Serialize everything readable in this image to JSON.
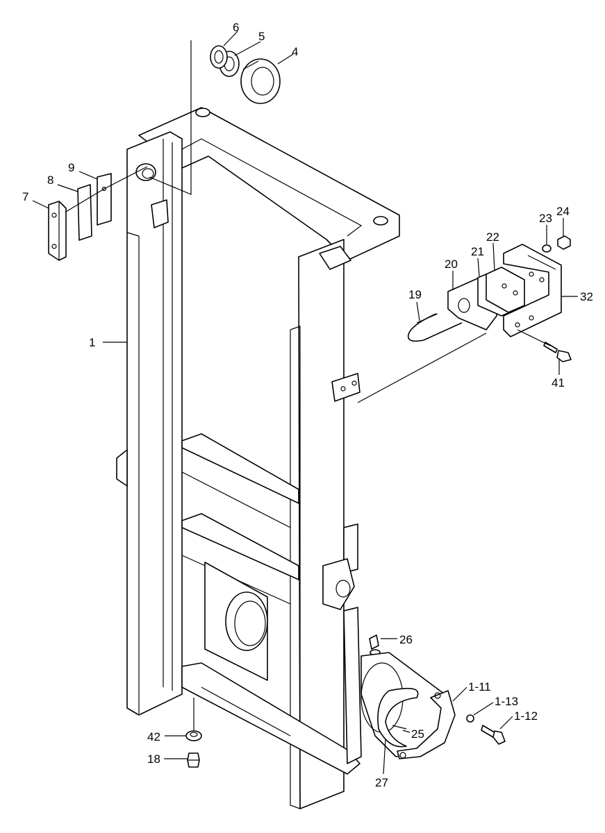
{
  "diagram": {
    "callouts": [
      {
        "id": "c1",
        "label": "1"
      },
      {
        "id": "c4",
        "label": "4"
      },
      {
        "id": "c5",
        "label": "5"
      },
      {
        "id": "c6",
        "label": "6"
      },
      {
        "id": "c7",
        "label": "7"
      },
      {
        "id": "c8",
        "label": "8"
      },
      {
        "id": "c9",
        "label": "9"
      },
      {
        "id": "c18",
        "label": "18"
      },
      {
        "id": "c19",
        "label": "19"
      },
      {
        "id": "c20",
        "label": "20"
      },
      {
        "id": "c21",
        "label": "21"
      },
      {
        "id": "c22",
        "label": "22"
      },
      {
        "id": "c23",
        "label": "23"
      },
      {
        "id": "c24",
        "label": "24"
      },
      {
        "id": "c25",
        "label": "25"
      },
      {
        "id": "c26",
        "label": "26"
      },
      {
        "id": "c27",
        "label": "27"
      },
      {
        "id": "c32",
        "label": "32"
      },
      {
        "id": "c41",
        "label": "41"
      },
      {
        "id": "c42",
        "label": "42"
      },
      {
        "id": "c1_11",
        "label": "1-11"
      },
      {
        "id": "c1_12",
        "label": "1-12"
      },
      {
        "id": "c1_13",
        "label": "1-13"
      }
    ]
  }
}
